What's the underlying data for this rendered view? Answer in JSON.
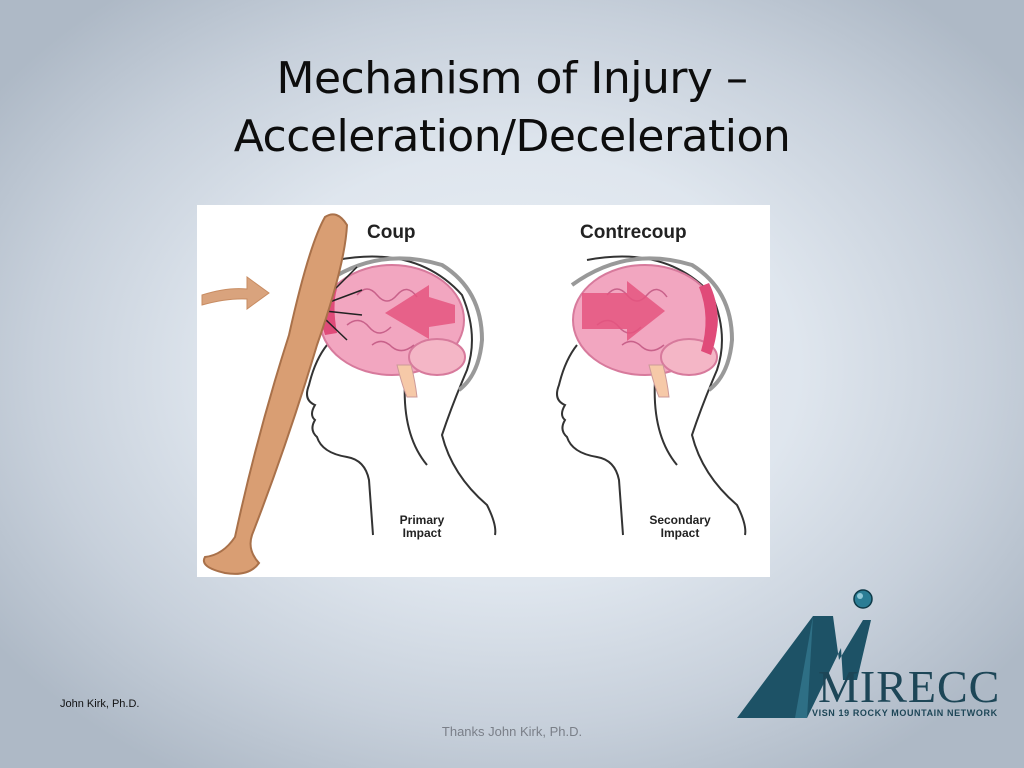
{
  "slide": {
    "title_line1": "Mechanism of Injury –",
    "title_line2": "Acceleration/Deceleration",
    "author": "John Kirk, Ph.D.",
    "credit": "Thanks John Kirk, Ph.D."
  },
  "figure": {
    "left_label": "Coup",
    "right_label": "Contrecoup",
    "left_caption_line1": "Primary",
    "left_caption_line2": "Impact",
    "right_caption_line1": "Secondary",
    "right_caption_line2": "Impact"
  },
  "logo": {
    "wordmark": "MIRECC",
    "tagline": "VISN 19 ROCKY MOUNTAIN NETWORK"
  },
  "colors": {
    "brain": "#f2a6c0",
    "bat": "#d99e73",
    "logo": "#1d4657"
  }
}
